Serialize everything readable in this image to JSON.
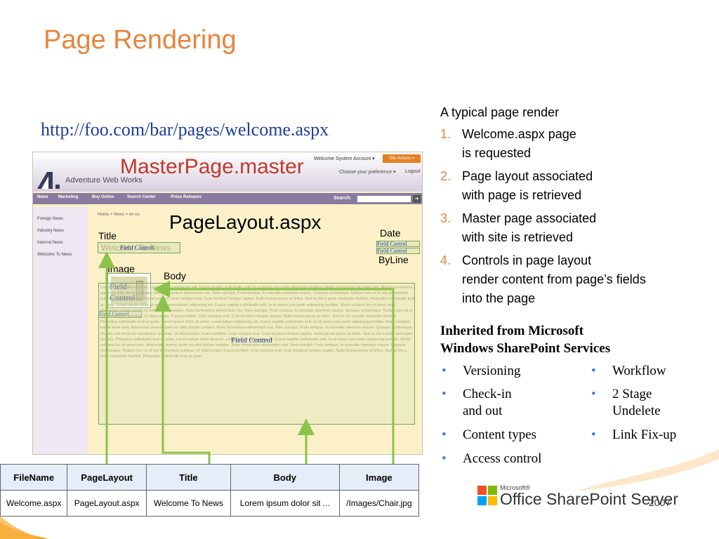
{
  "slide": {
    "title": "Page Rendering",
    "url": "http://foo.com/bar/pages/welcome.aspx"
  },
  "screenshot": {
    "masterpage_label": "MasterPage.master",
    "pagelayout_label": "PageLayout.aspx",
    "site_name": "Adventure Web Works",
    "system_account": "Welcome System Account ▾",
    "site_actions": "Site Actions ▾",
    "choose_preference": "Choose your preference ▾",
    "logout": "Logout",
    "nav_items": [
      "News",
      "Marketing",
      "Buy Online",
      "Search Center",
      "Press Releases"
    ],
    "search_label": "Search:",
    "search_button": "➔",
    "left_nav": [
      "Foreign News",
      "Industry News",
      "Internal News",
      "Welcome To News"
    ],
    "breadcrumb": "Home > News > en-us",
    "labels": {
      "title": "Title",
      "date": "Date",
      "byline": "ByLine",
      "image": "Image",
      "body": "Body"
    },
    "field_control": "Field Control",
    "title_ghost": "Welcome To News",
    "image_field_control": "Field Control",
    "body_field_control": "Field Control",
    "lorem": "Lorem ipsum dolor sit amet, consectetuer adipiscing elit. Fusce sagittis sollicitudin velit. In ut metus non pede adipiscing porttitor. Morbi volutpat leo sit amet sem. Maecenas viverra quam eu nibh dictum sodales. Nunc fermentum elementum nisi. Nam suscipit. Proin tempus. In convallis interdum mauris. Quisque scelerisque. Nullam non mi id nisi elementum pulvinar. Ut ullamcorper. Fusce porttitor. Cras volutpat erat. Cras tincidunt tempor sapien. Nulla lacinia purus at tellus. Sed ac leo a pede venenatis facilisis. Phasellus sollicitudin erat ac justo. Lorem ipsum dolor sit amet, consectetuer adipiscing elit. Fusce sagittis sollicitudin velit. In ut metus non pede adipiscing porttitor. Morbi volutpat leo sit amet sem. Maecenas viverra quam eu nibh dictum sodales. Nunc fermentum elementum nisi. Nam suscipit. Proin tempus. In convallis interdum mauris. Quisque scelerisque. Nullam non mi id nisi elementum pulvinar. Ut ullamcorper. Fusce porttitor. Cras volutpat erat. Cras tincidunt tempor sapien. Nulla lacinia purus at tellus. Sed ac leo a pede venenatis facilisis. Phasellus sollicitudin erat ac justo. Lorem ipsum dolor sit amet, consectetuer adipiscing elit. Fusce sagittis sollicitudin velit. In ut metus non pede adipiscing porttitor. Morbi volutpat leo sit amet sem. Maecenas viverra quam eu nibh dictum sodales. Nunc fermentum elementum nisi. Nam suscipit. Proin tempus. In convallis interdum mauris. Quisque scelerisque. Nullam non mi id nisi elementum pulvinar. Ut ullamcorper. Fusce porttitor. Cras volutpat erat. Cras tincidunt tempor sapien. Nulla lacinia purus at tellus. Sed ac leo a pede venenatis facilisis. Phasellus sollicitudin erat ac justo. Lorem ipsum dolor sit amet, consectetuer adipiscing elit. Fusce sagittis sollicitudin velit. In ut metus non pede adipiscing porttitor. Morbi volutpat leo sit amet sem. Maecenas viverra quam eu nibh dictum sodales. Nunc fermentum elementum nisi. Nam suscipit. Proin tempus. In convallis interdum mauris. Quisque scelerisque. Nullam non mi id nisi elementum pulvinar. Ut ullamcorper. Fusce porttitor. Cras volutpat erat. Cras tincidunt tempor sapien. Nulla lacinia purus at tellus. Sed ac leo a pede venenatis facilisis. Phasellus sollicitudin erat ac justo."
  },
  "table": {
    "headers": [
      "FileName",
      "PageLayout",
      "Title",
      "Body",
      "Image"
    ],
    "row": [
      "Welcome.aspx",
      "PageLayout.aspx",
      "Welcome To News",
      "Lorem ipsum dolor sit ...",
      "/Images/Chair.jpg"
    ]
  },
  "render_steps": {
    "intro": "A typical page render",
    "steps": [
      {
        "num": "1.",
        "line1": "Welcome.aspx page",
        "line2": "is requested"
      },
      {
        "num": "2.",
        "line1": "Page layout associated",
        "line2": "with page is retrieved"
      },
      {
        "num": "3.",
        "line1": "Master page associated",
        "line2": "with site is retrieved"
      },
      {
        "num": "4.",
        "line1": "Controls in page layout",
        "line2": "render content from page’s fields",
        "line3": "into the page"
      }
    ]
  },
  "inherited": {
    "heading_line1": "Inherited from Microsoft",
    "heading_line2": "Windows SharePoint Services",
    "col1": [
      {
        "line1": "Versioning"
      },
      {
        "line1": "Check-in",
        "line2": "and out"
      },
      {
        "line1": "Content types"
      },
      {
        "line1": "Access control"
      }
    ],
    "col2": [
      {
        "line1": "Workflow"
      },
      {
        "line1": "2 Stage",
        "line2": "Undelete"
      },
      {
        "line1": "Link Fix-up"
      }
    ],
    "bullet_symbol": "•"
  },
  "logo": {
    "small": "Microsoft®",
    "product": "Office SharePoint Server",
    "year": "2007"
  },
  "colors": {
    "title_orange": "#e8843e",
    "url_blue": "#1f3e9e",
    "masterpage_red": "#c0392b",
    "field_green": "#7fa35a",
    "bullet_blue": "#3b7fd6"
  }
}
